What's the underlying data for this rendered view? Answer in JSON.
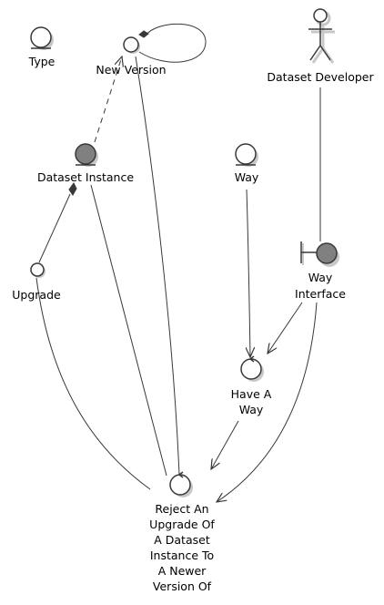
{
  "diagram": {
    "nodes": {
      "type": {
        "label": "Type",
        "kind": "entity"
      },
      "new_version": {
        "label": "New Version",
        "kind": "control-small"
      },
      "dataset_developer": {
        "label": "Dataset Developer",
        "kind": "actor"
      },
      "dataset_instance": {
        "label": "Dataset Instance",
        "kind": "entity-filled"
      },
      "way": {
        "label": "Way",
        "kind": "entity"
      },
      "upgrade": {
        "label": "Upgrade",
        "kind": "circle-small"
      },
      "way_interface": {
        "label_lines": [
          "Way",
          "Interface"
        ],
        "kind": "boundary-filled"
      },
      "have_a_way": {
        "label_lines": [
          "Have A",
          "Way"
        ],
        "kind": "control"
      },
      "reject": {
        "label_lines": [
          "Reject An",
          "Upgrade Of",
          "A Dataset",
          "Instance To",
          "A Newer",
          "Version Of"
        ],
        "kind": "control"
      }
    },
    "edges": [
      {
        "from": "new_version",
        "to": "new_version",
        "style": "self-loop",
        "end": "diamond"
      },
      {
        "from": "dataset_instance",
        "to": "new_version",
        "style": "dashed",
        "end": "arrow"
      },
      {
        "from": "upgrade",
        "to": "dataset_instance",
        "style": "solid",
        "end": "diamond"
      },
      {
        "from": "reject",
        "to": "new_version",
        "style": "solid",
        "end": "none"
      },
      {
        "from": "reject",
        "to": "dataset_instance",
        "style": "solid",
        "end": "none"
      },
      {
        "from": "reject",
        "to": "upgrade",
        "style": "solid",
        "end": "none"
      },
      {
        "from": "dataset_developer",
        "to": "way_interface",
        "style": "solid",
        "end": "none"
      },
      {
        "from": "way",
        "to": "have_a_way",
        "style": "solid",
        "end": "arrow"
      },
      {
        "from": "way_interface",
        "to": "have_a_way",
        "style": "solid",
        "end": "arrow"
      },
      {
        "from": "have_a_way",
        "to": "reject",
        "style": "solid",
        "end": "arrow"
      },
      {
        "from": "way_interface",
        "to": "reject",
        "style": "solid",
        "end": "arrow"
      }
    ]
  }
}
